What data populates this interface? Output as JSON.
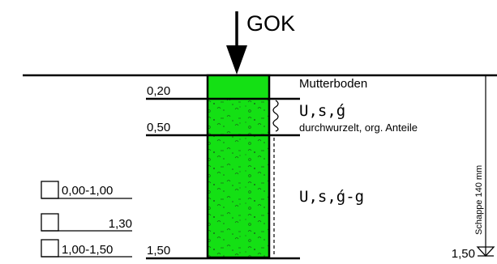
{
  "header": {
    "gok_label": "GOK",
    "gok_color": "#1a1adb"
  },
  "layers": [
    {
      "depth": "0,20",
      "description": "Mutterboden"
    },
    {
      "depth": "0,50",
      "soil_code": "U,s,ǵ",
      "description": "durchwurzelt, org. Anteile"
    },
    {
      "depth": "1,50",
      "soil_code": "U,s,ǵ-g"
    }
  ],
  "samples": [
    {
      "label": "0,00-1,00"
    },
    {
      "label": "1,30"
    },
    {
      "label": "1,00-1,50"
    }
  ],
  "scale": {
    "label": "Schappe 140 mm",
    "end_depth": "1,50"
  },
  "colors": {
    "fill": "#14e014",
    "line": "#000000",
    "pattern": "#1a6b1a"
  }
}
